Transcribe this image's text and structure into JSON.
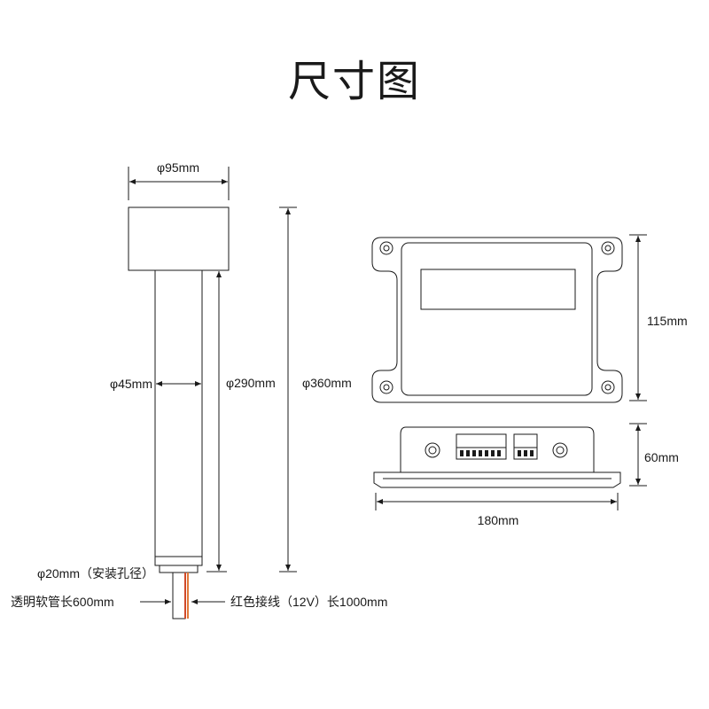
{
  "title": "尺寸图",
  "sensor": {
    "head_diameter": "φ95mm",
    "tube_diameter": "φ45mm",
    "tube_length": "φ290mm",
    "total_length": "φ360mm",
    "mount_hole": "φ20mm（安装孔径）",
    "hose_label": "透明软管长600mm",
    "wire_label": "红色接线（12V）长1000mm"
  },
  "controller": {
    "height_top": "115mm",
    "height_side": "60mm",
    "width": "180mm"
  },
  "colors": {
    "line": "#1a1a1a",
    "wire_red": "#d04a2a",
    "wire_orange": "#e07a3a"
  }
}
